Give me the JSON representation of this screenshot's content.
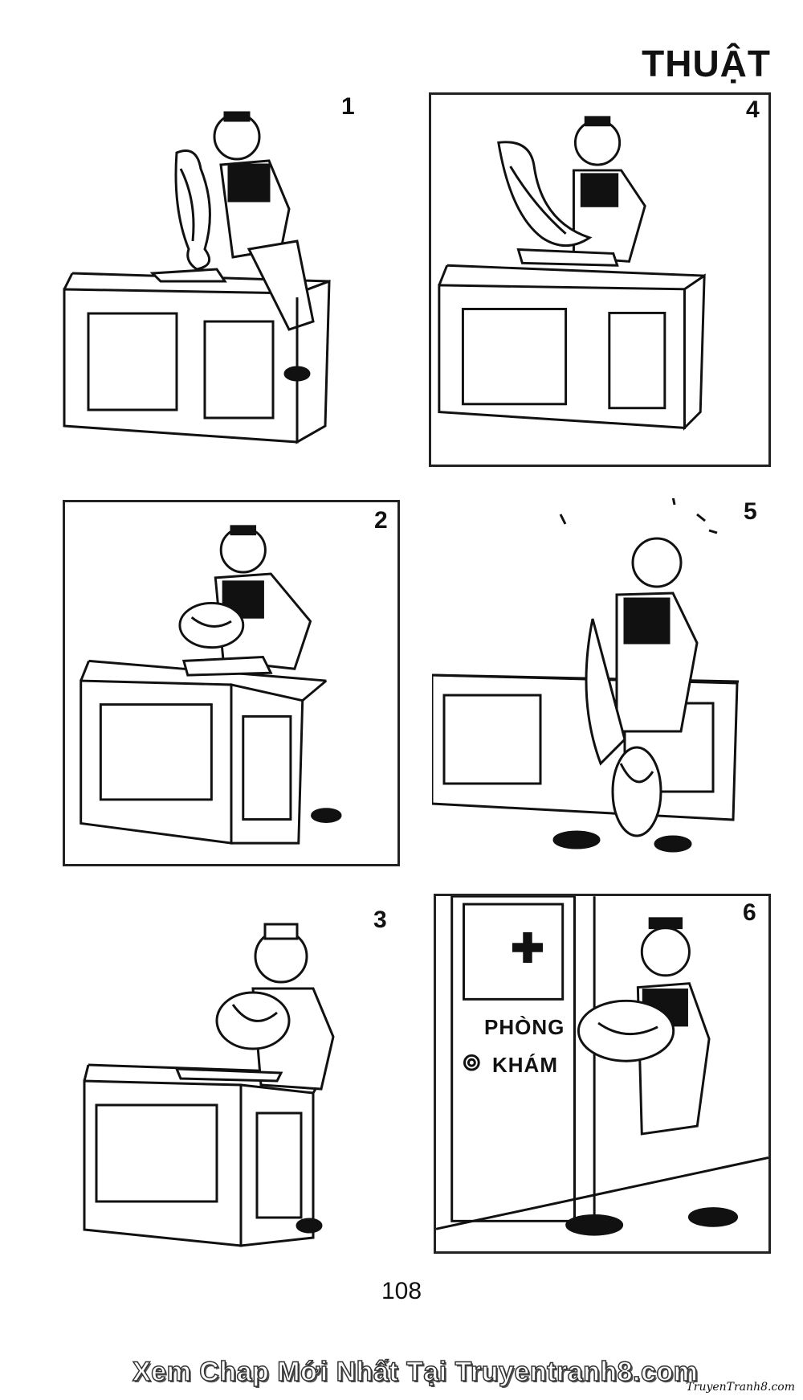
{
  "page_title": "THUẬT",
  "panels": [
    {
      "number": "1"
    },
    {
      "number": "4"
    },
    {
      "number": "2"
    },
    {
      "number": "5"
    },
    {
      "number": "3"
    },
    {
      "number": "6",
      "sign_line1": "PHÒNG",
      "sign_line2": "KHÁM"
    }
  ],
  "page_number": "108",
  "watermark": "Xem Chap Mới Nhất Tại Truyentranh8.com",
  "site_mark": "TruyenTranh8.com"
}
